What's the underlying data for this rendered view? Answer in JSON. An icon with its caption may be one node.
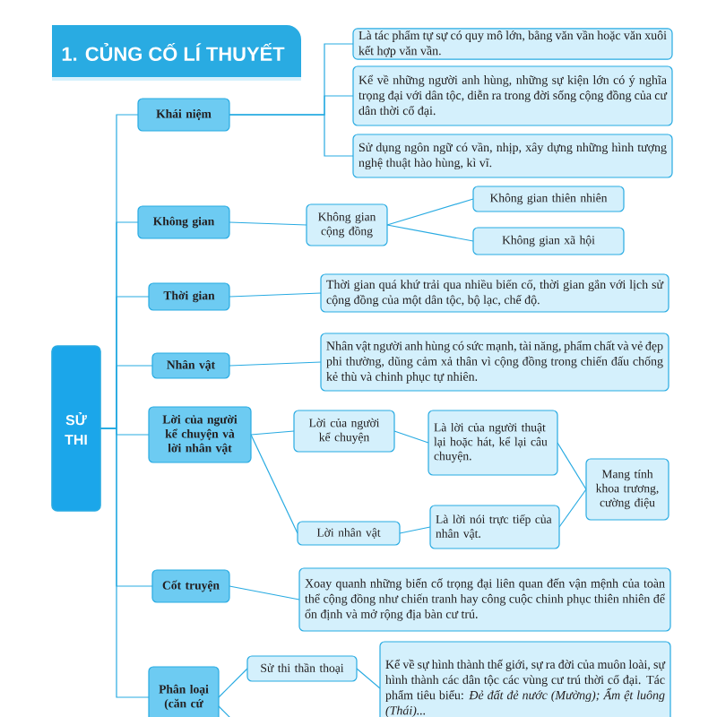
{
  "diagram": {
    "title": "1. CỦNG CỐ LÍ THUYẾT",
    "nodes": [
      {
        "text": [
          "SỬ THI"
        ]
      },
      {
        "text": [
          "Khái niệm"
        ]
      },
      {
        "text": [
          "Là tác phẩm tự sự có quy mô lớn, bằng văn vần hoặc văn xuôi kết hợp văn vần."
        ]
      },
      {
        "text": [
          "Kể về những người anh hùng, những sự kiện lớn có ý nghĩa trọng đại với dân tộc, diễn ra trong đời sống cộng đồng của cư dân thời cổ đại."
        ]
      },
      {
        "text": [
          "Sử dụng ngôn ngữ có vần, nhịp, xây dựng những hình tượng nghệ thuật hào hùng, kì vĩ."
        ]
      },
      {
        "text": [
          "Không gian"
        ]
      },
      {
        "text": [
          "Không gian cộng đồng"
        ]
      },
      {
        "text": [
          "Không gian thiên nhiên"
        ]
      },
      {
        "text": [
          "Không gian xã hội"
        ]
      },
      {
        "text": [
          "Thời gian"
        ]
      },
      {
        "text": [
          "Thời gian quá khứ trải qua nhiều biến cố, thời gian gắn với lịch sử cộng đồng của một dân tộc, bộ lạc, chế độ."
        ]
      },
      {
        "text": [
          "Nhân vật"
        ]
      },
      {
        "text": [
          "Nhân vật người anh hùng có sức mạnh, tài năng, phẩm chất và vẻ đẹp phi thường, dũng cảm xả thân vì cộng đồng trong chiến đấu chống kẻ thù và chinh phục tự nhiên."
        ]
      },
      {
        "text": [
          "Lời của người kể chuyện và lời nhân vật"
        ]
      },
      {
        "text": [
          "Lời của người kể chuyện"
        ]
      },
      {
        "text": [
          "Là lời của người thuật lại hoặc hát, kể lại câu chuyện."
        ]
      },
      {
        "text": [
          "Lời nhân vật"
        ]
      },
      {
        "text": [
          "Là lời nói trực tiếp của nhân vật."
        ]
      },
      {
        "text": [
          "Mang tính khoa trương, cường điệu"
        ]
      },
      {
        "text": [
          "Cốt truyện"
        ]
      },
      {
        "text": [
          "Xoay quanh những biến cố trọng đại liên quan đến vận mệnh của toàn thể cộng đồng như chiến tranh hay công cuộc chinh phục thiên nhiên để ổn định và mở rộng địa bàn cư trú."
        ]
      },
      {
        "text": [
          "Phân loại (căn cứ"
        ]
      },
      {
        "text": [
          "Sử thi thần thoại"
        ]
      },
      {
        "text": [
          "Kể về sự hình thành thế giới, sự ra đời của muôn loài, sự hình thành các dân tộc các vùng cư trú thời cổ đại. Tác phẩm tiêu biểu: *Đẻ đất đẻ nước (Mường); Ẩm ệt luông (Thái)...*"
        ]
      }
    ],
    "edges": [
      {
        "from": 0,
        "to": 1,
        "arrow": "none"
      },
      {
        "from": 0,
        "to": 5,
        "arrow": "none"
      },
      {
        "from": 0,
        "to": 9,
        "arrow": "none"
      },
      {
        "from": 0,
        "to": 11,
        "arrow": "none"
      },
      {
        "from": 0,
        "to": 13,
        "arrow": "none"
      },
      {
        "from": 0,
        "to": 19,
        "arrow": "none"
      },
      {
        "from": 0,
        "to": 21,
        "arrow": "none"
      },
      {
        "from": 1,
        "to": 2,
        "arrow": "none"
      },
      {
        "from": 1,
        "to": 3,
        "arrow": "none"
      },
      {
        "from": 1,
        "to": 4,
        "arrow": "none"
      },
      {
        "from": 5,
        "to": 6,
        "arrow": "none"
      },
      {
        "from": 6,
        "to": 7,
        "arrow": "none"
      },
      {
        "from": 6,
        "to": 8,
        "arrow": "none"
      },
      {
        "from": 9,
        "to": 10,
        "arrow": "none"
      },
      {
        "from": 11,
        "to": 12,
        "arrow": "none"
      },
      {
        "from": 13,
        "to": 14,
        "arrow": "none"
      },
      {
        "from": 13,
        "to": 16,
        "arrow": "none"
      },
      {
        "from": 14,
        "to": 15,
        "arrow": "none"
      },
      {
        "from": 16,
        "to": 17,
        "arrow": "none"
      },
      {
        "from": 15,
        "to": 18,
        "arrow": "none"
      },
      {
        "from": 17,
        "to": 18,
        "arrow": "none"
      },
      {
        "from": 19,
        "to": 20,
        "arrow": "none"
      },
      {
        "from": 21,
        "to": 22,
        "arrow": "none"
      },
      {
        "from": 22,
        "to": 23,
        "arrow": "none"
      },
      {
        "from": 21,
        "to": null,
        "arrow": "none"
      }
    ]
  }
}
